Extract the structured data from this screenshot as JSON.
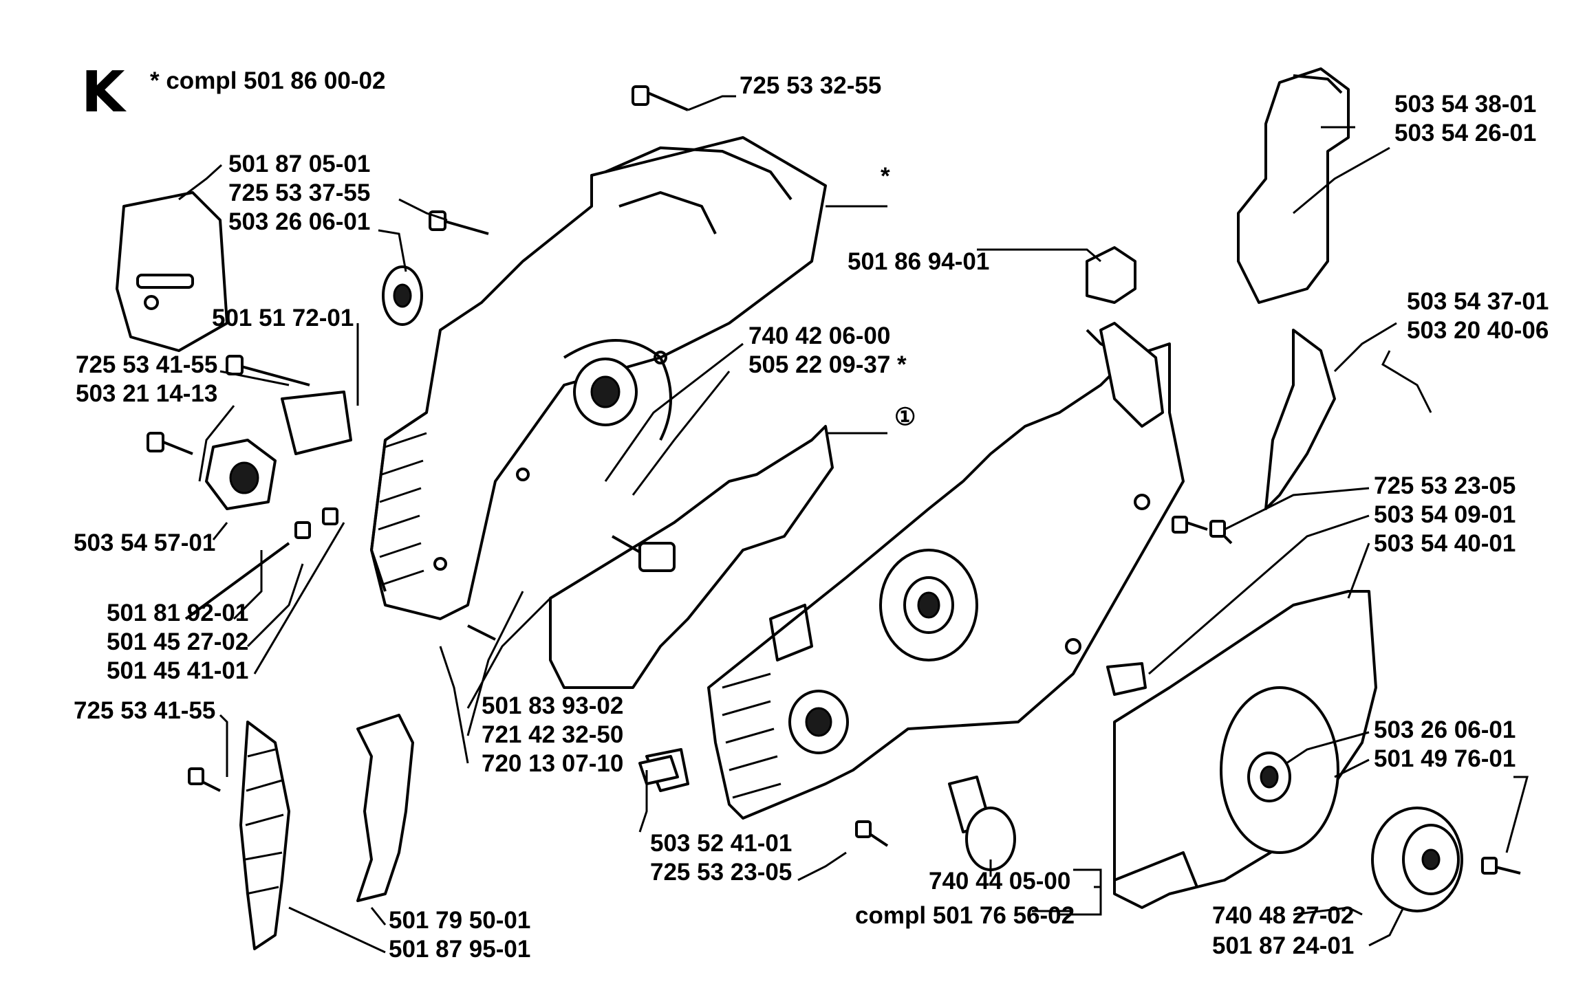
{
  "section_letter": "K",
  "header_note": "*  compl 501 86 00-02",
  "labels": {
    "l_725_53_32_55": "725 53 32-55",
    "l_star_top": "*",
    "l_501_87_05_01": "501 87 05-01",
    "l_725_53_37_55": "725 53 37-55",
    "l_503_26_06_01_a": "503 26 06-01",
    "l_501_51_72_01": "501 51 72-01",
    "l_725_53_41_55_a": "725 53 41-55",
    "l_503_21_14_13": "503 21 14-13",
    "l_503_54_57_01": "503 54 57-01",
    "l_501_81_92_01": "501 81 92-01",
    "l_501_45_27_02": "501 45 27-02",
    "l_501_45_41_01": "501 45 41-01",
    "l_725_53_41_55_b": "725 53 41-55",
    "l_501_79_50_01": "501 79 50-01",
    "l_501_87_95_01": "501 87 95-01",
    "l_501_83_93_02": "501 83 93-02",
    "l_721_42_32_50": "721 42 32-50",
    "l_720_13_07_10": "720 13 07-10",
    "l_740_42_06_00": "740 42 06-00",
    "l_505_22_09_37": "505 22 09-37  *",
    "l_circled_1": "①",
    "l_501_86_94_01": "501 86 94-01",
    "l_503_54_38_01": "503 54 38-01",
    "l_503_54_26_01": "503 54 26-01",
    "l_503_54_37_01": "503 54 37-01",
    "l_503_20_40_06": "503 20 40-06",
    "l_725_53_23_05_a": "725 53 23-05",
    "l_503_54_09_01": "503 54 09-01",
    "l_503_54_40_01": "503 54 40-01",
    "l_503_26_06_01_b": "503 26 06-01",
    "l_501_49_76_01": "501 49 76-01",
    "l_503_52_41_01": "503 52 41-01",
    "l_725_53_23_05_b": "725 53 23-05",
    "l_740_44_05_00": "740 44 05-00",
    "l_compl_501_76_56_02": "compl 501 76 56-02",
    "l_740_48_27_02": "740 48 27-02",
    "l_501_87_24_01": "501 87 24-01"
  }
}
